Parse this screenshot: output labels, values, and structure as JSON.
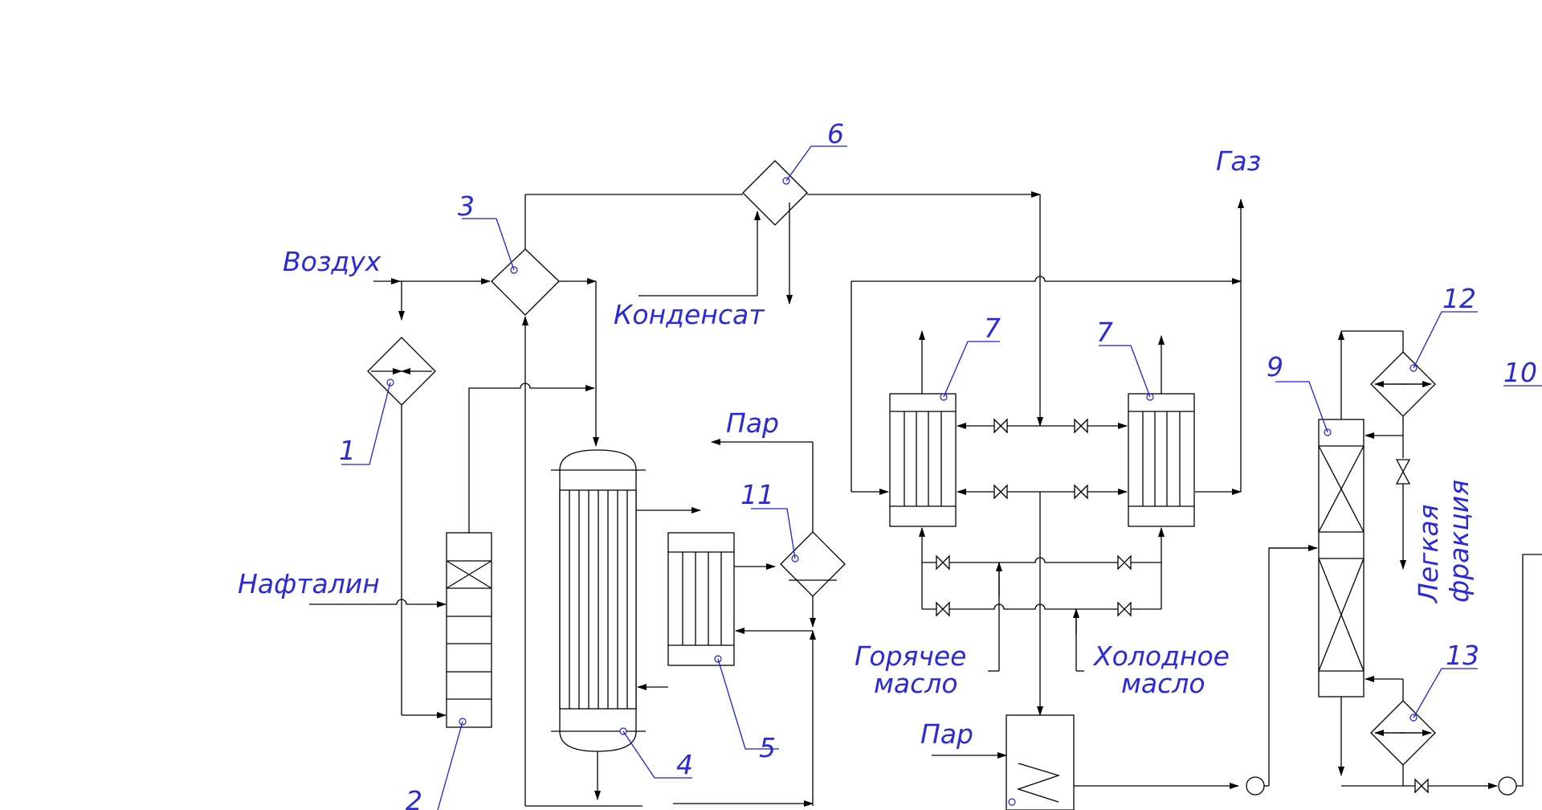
{
  "equipment_numbers": {
    "n1": "1",
    "n2": "2",
    "n3": "3",
    "n4": "4",
    "n5": "5",
    "n6": "6",
    "n7a": "7",
    "n7b": "7",
    "n9": "9",
    "n10": "10",
    "n11": "11",
    "n12": "12",
    "n13": "13"
  },
  "stream_labels": {
    "air": "Воздух",
    "naphthalene": "Нафталин",
    "condensate": "Конденсат",
    "gas": "Газ",
    "steam_top": "Пар",
    "steam_bottom": "Пар",
    "hot_oil_1": "Горячее",
    "hot_oil_2": "масло",
    "cold_oil_1": "Холодное",
    "cold_oil_2": "масло",
    "light_fraction_1": "Легкая",
    "light_fraction_2": "фракция"
  },
  "colors": {
    "lines": "#000000",
    "annotations": "#2a2ad8"
  }
}
